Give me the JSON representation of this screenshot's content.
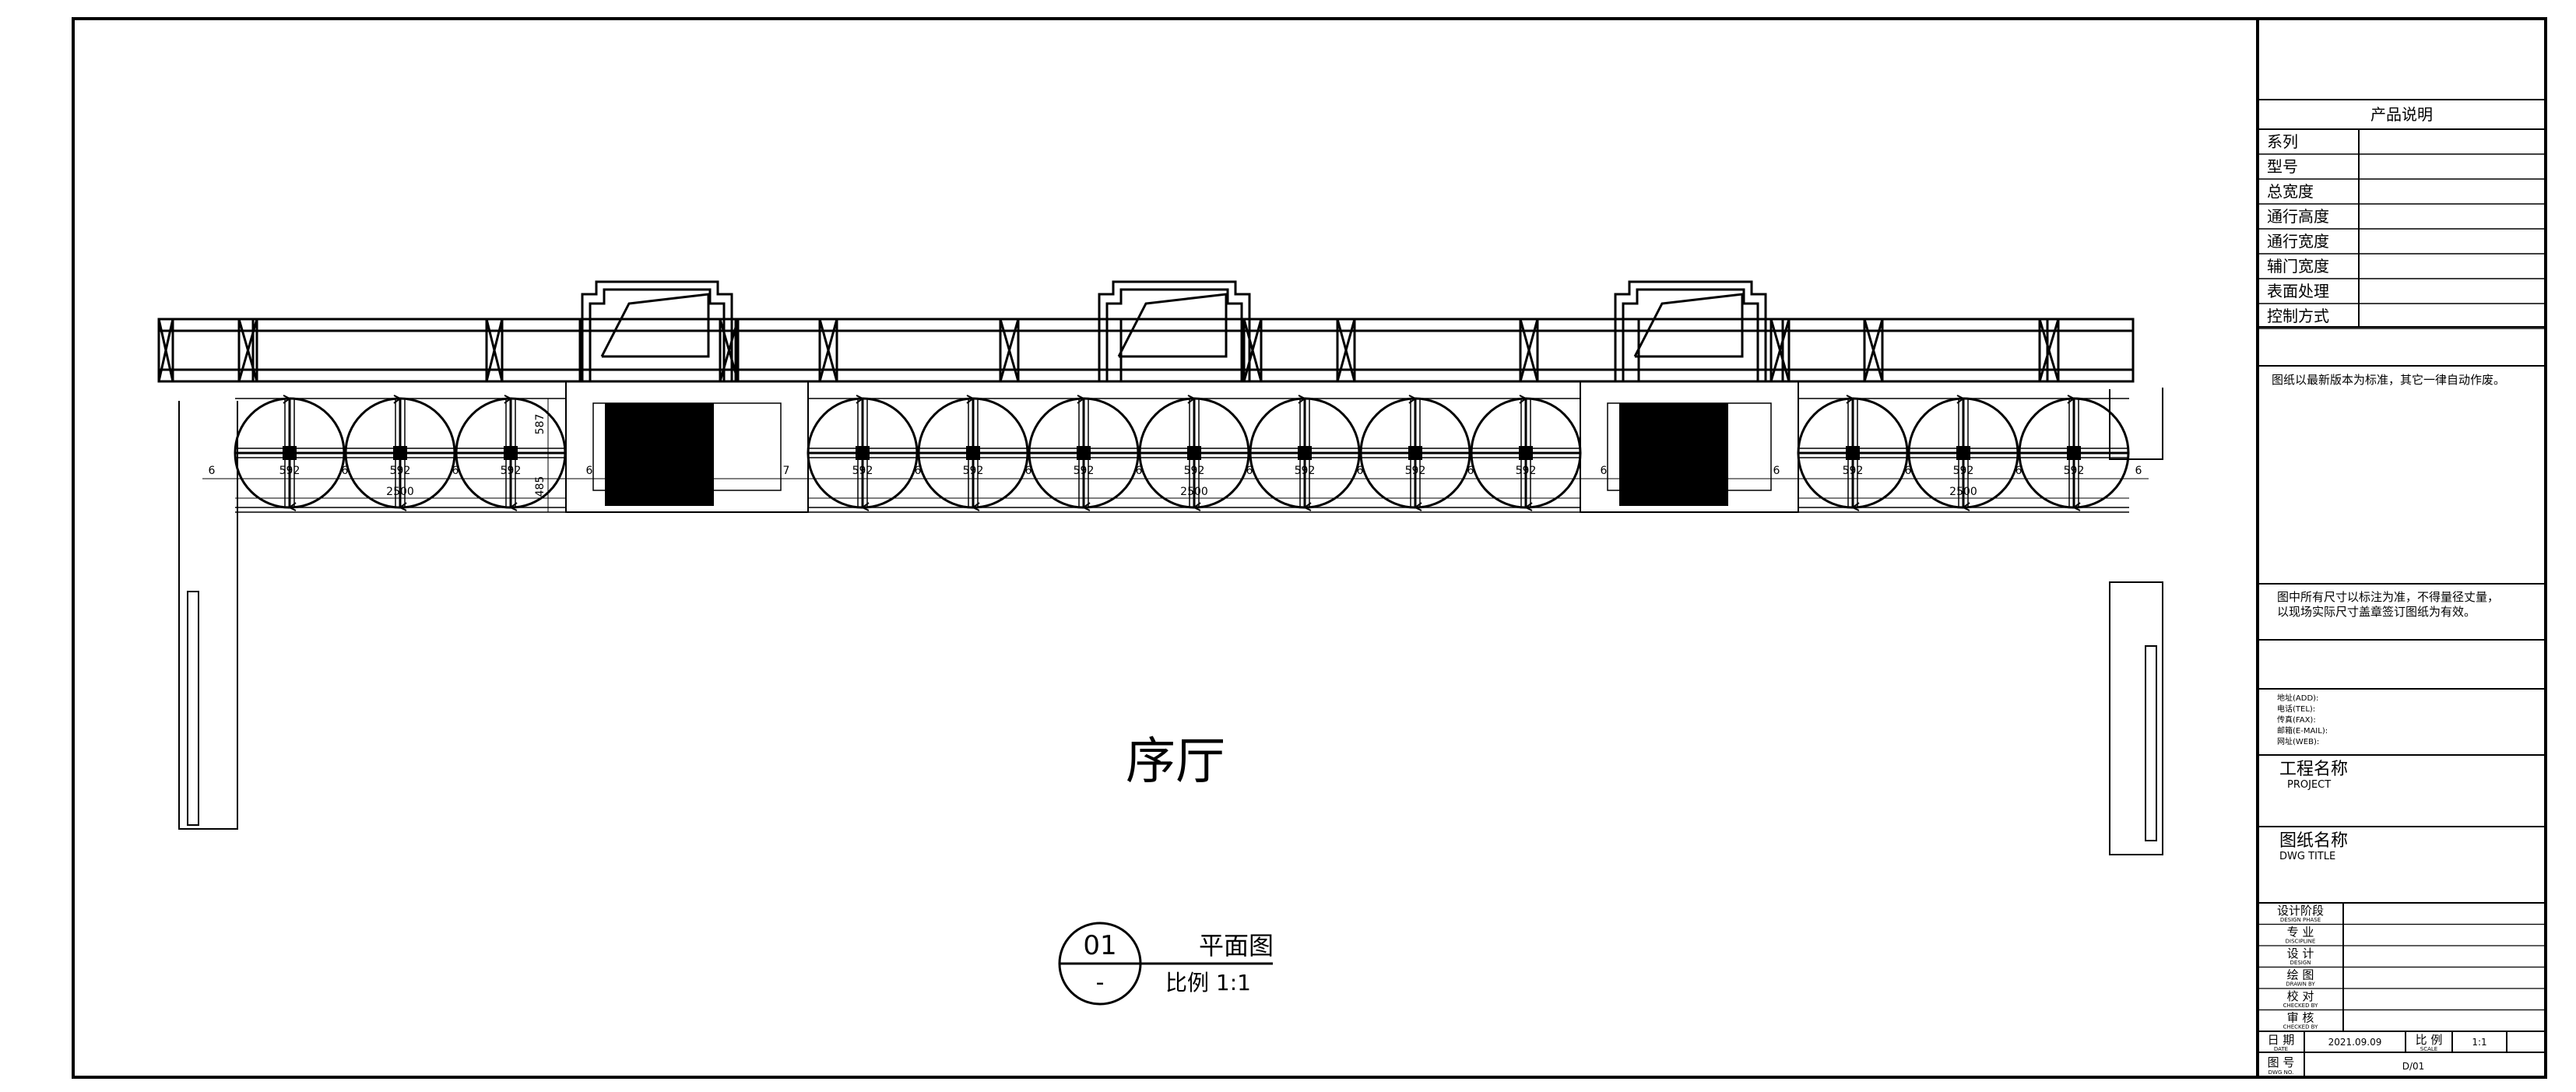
{
  "plan": {
    "room_label": "序厅",
    "dimensions": {
      "leaf_width": "592",
      "gap": "6",
      "gap_alt": "7",
      "module_span": "2500",
      "height_upper": "587",
      "height_lower": "485"
    },
    "title_marker": {
      "number": "01",
      "sheet_ref": "-",
      "view_name": "平面图",
      "scale_text": "比例 1:1"
    }
  },
  "title_block": {
    "product_header": "产品说明",
    "product_fields": [
      "系列",
      "型号",
      "总宽度",
      "通行高度",
      "通行宽度",
      "辅门宽度",
      "表面处理",
      "控制方式"
    ],
    "note_version": "图纸以最新版本为标准，其它一律自动作废。",
    "note_dimensions_1": "图中所有尺寸以标注为准，不得量径丈量，",
    "note_dimensions_2": "以现场实际尺寸盖章签订图纸为有效。",
    "contact": [
      "地址(ADD):",
      "电话(TEL):",
      "传真(FAX):",
      "邮箱(E-MAIL):",
      "网址(WEB):"
    ],
    "project_label": "工程名称",
    "project_label_en": "PROJECT",
    "dwg_title_label": "图纸名称",
    "dwg_title_label_en": "DWG TITLE",
    "signoff_rows": [
      {
        "cn": "设计阶段",
        "en": "DESIGN PHASE"
      },
      {
        "cn": "专 业",
        "en": "DISCIPLINE"
      },
      {
        "cn": "设 计",
        "en": "DESIGN"
      },
      {
        "cn": "绘 图",
        "en": "DRAWN BY"
      },
      {
        "cn": "校 对",
        "en": "CHECKED BY"
      },
      {
        "cn": "审 核",
        "en": "CHECKED BY"
      }
    ],
    "date_label": "日 期",
    "date_label_en": "DATE",
    "date_value": "2021.09.09",
    "scale_label": "比 例",
    "scale_label_en": "SCALE",
    "scale_value": "1:1",
    "sheet_label": "图 号",
    "sheet_label_en": "DWG NO.",
    "sheet_value": "D/01"
  }
}
